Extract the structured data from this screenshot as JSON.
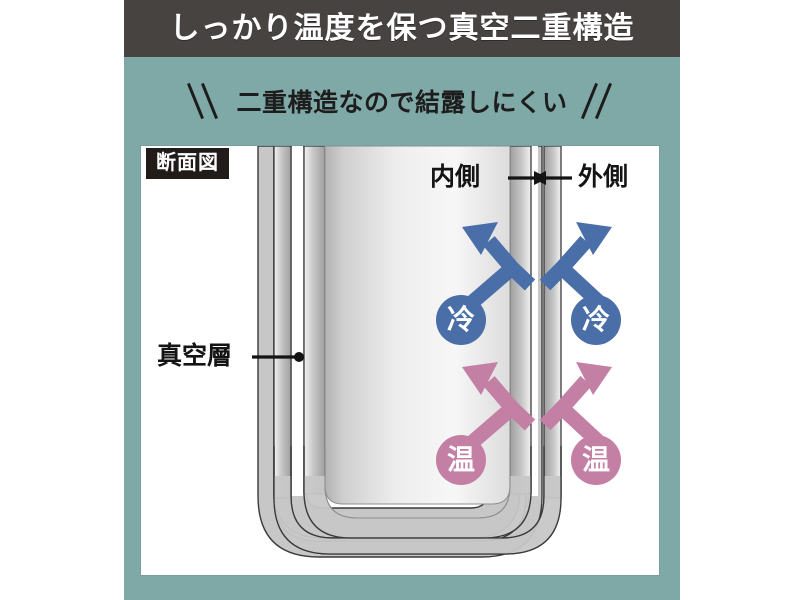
{
  "header": {
    "title": "しっかり温度を保つ真空二重構造"
  },
  "subtitle": {
    "text": "二重構造なので結露しにくい",
    "left_marks": "\\\\",
    "right_marks": "//"
  },
  "panel": {
    "section_tag": "断面図"
  },
  "callouts": {
    "inner": "内側",
    "outer": "外側",
    "vacuum": "真空層"
  },
  "badges": {
    "cold": "冷",
    "warm": "温"
  },
  "colors": {
    "header_bg": "#474341",
    "teal_bg": "#7fa9a7",
    "panel_bg": "#ffffff",
    "tag_bg": "#211c19",
    "cold_blue": "#4a6ea8",
    "warm_pink": "#c47fa4",
    "wall_gray": "#c9c9c9",
    "wall_outline": "#2b2b2b",
    "text_dark": "#141414"
  },
  "diagram": {
    "type": "cross-section",
    "subject": "vacuum-insulated-double-wall-bottle",
    "flows": [
      {
        "label": "冷",
        "side": "inner",
        "direction": "up-left-split",
        "color": "#4a6ea8"
      },
      {
        "label": "冷",
        "side": "outer",
        "direction": "up-right-split",
        "color": "#4a6ea8"
      },
      {
        "label": "温",
        "side": "inner",
        "direction": "up-left-split",
        "color": "#c47fa4"
      },
      {
        "label": "温",
        "side": "outer",
        "direction": "up-right-split",
        "color": "#c47fa4"
      }
    ]
  }
}
